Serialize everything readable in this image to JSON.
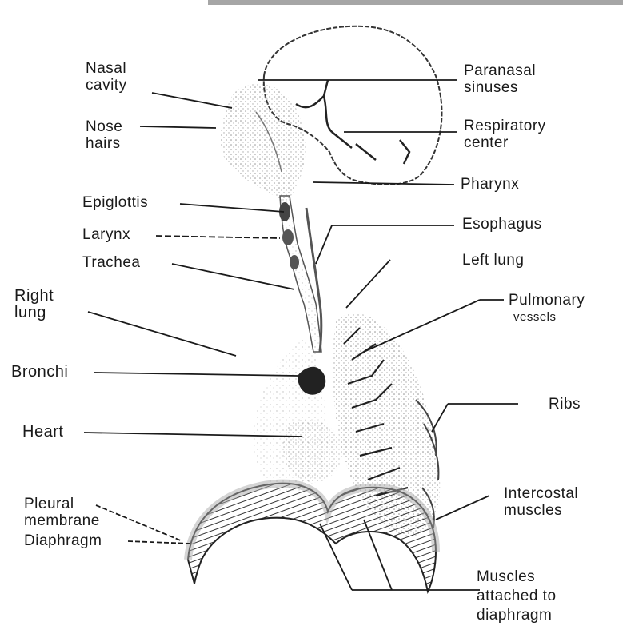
{
  "diagram": {
    "labels": {
      "nasal_cavity": [
        "Nasal",
        "cavity"
      ],
      "nose_hairs": [
        "Nose",
        "hairs"
      ],
      "epiglottis": "Epiglottis",
      "larynx": "Larynx",
      "trachea": "Trachea",
      "right_lung": [
        "Right",
        "lung"
      ],
      "bronchi": "Bronchi",
      "heart": "Heart",
      "pleural_membrane": [
        "Pleural",
        "membrane"
      ],
      "diaphragm": "Diaphragm",
      "paranasal_sinuses": [
        "Paranasal",
        "sinuses"
      ],
      "respiratory_center": [
        "Respiratory",
        "center"
      ],
      "pharynx": "Pharynx",
      "esophagus": "Esophagus",
      "left_lung": "Left lung",
      "pulmonary_vessels": [
        "Pulmonary",
        "vessels"
      ],
      "ribs": "Ribs",
      "intercostal_muscles": [
        "Intercostal",
        "muscles"
      ],
      "muscles_attached": [
        "Muscles",
        "attached to",
        "diaphragm"
      ]
    },
    "colors": {
      "ink": "#1a1a1a",
      "shade": "#9a9a9a",
      "light_shade": "#d0d0d0"
    }
  }
}
